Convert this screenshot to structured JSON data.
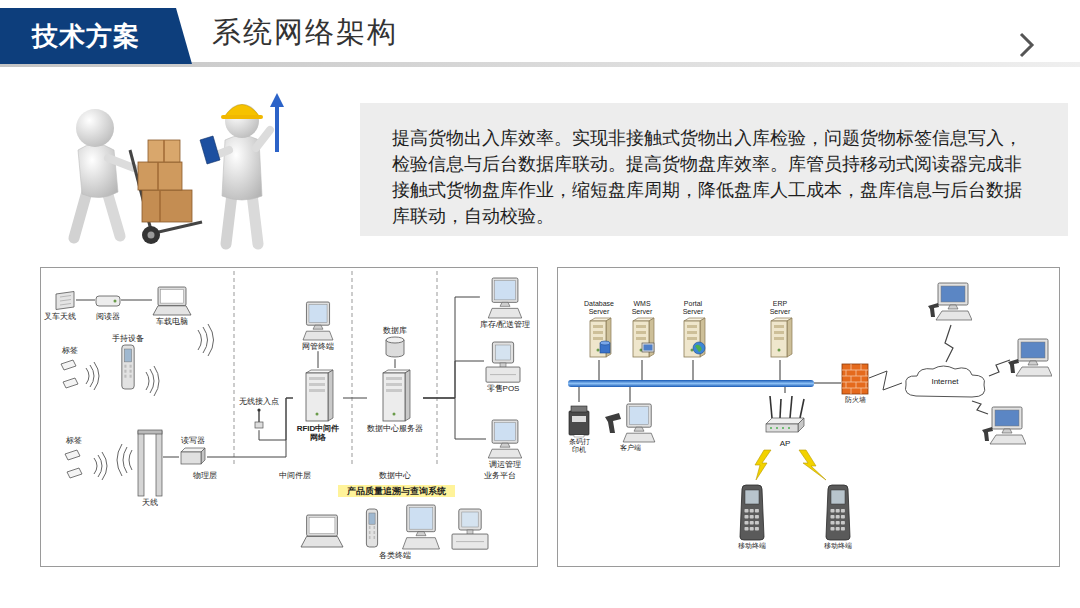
{
  "diagram": {
    "title": "系统网络架构",
    "nodes": [
      {
        "text": [
          "技术方案"
        ]
      },
      {
        "text": [
          "提高货物出入库效率。实现非接触式货物出入库检验，问题货物标签信息写入， 检验信息与后台数据库联动。提高货物盘库效率。库管员持移动式阅读器完成非 接触式货物盘库作业，缩短盘库周期，降低盘库人工成本，盘库信息与后台数据 库联动，自动校验。"
        ]
      },
      {
        "text": [
          "叉车天线"
        ]
      },
      {
        "text": [
          "阅读器"
        ]
      },
      {
        "text": [
          "车载电脑"
        ]
      },
      {
        "text": [
          "标签"
        ]
      },
      {
        "text": [
          "手持设备"
        ]
      },
      {
        "text": [
          "网管终端"
        ]
      },
      {
        "text": [
          "数据库"
        ]
      },
      {
        "text": [
          "库存/配送管理"
        ]
      },
      {
        "text": [
          "零售POS"
        ]
      },
      {
        "text": [
          "无线接入点"
        ]
      },
      {
        "text": [
          "RFID中间件 网络"
        ]
      },
      {
        "text": [
          "数据中心服务器"
        ]
      },
      {
        "text": [
          "标签"
        ]
      },
      {
        "text": [
          "天线"
        ]
      },
      {
        "text": [
          "读写器"
        ]
      },
      {
        "text": [
          "调运管理"
        ]
      },
      {
        "text": [
          "产品质量追溯与查询系统"
        ]
      },
      {
        "text": [
          "各类终端"
        ]
      },
      {
        "text": [
          "Database Server"
        ]
      },
      {
        "text": [
          "WMS Server"
        ]
      },
      {
        "text": [
          "Portal Server"
        ]
      },
      {
        "text": [
          "ERP Server"
        ]
      },
      {
        "text": [
          "条码打 印机"
        ]
      },
      {
        "text": [
          "客户端"
        ]
      },
      {
        "text": [
          "AP"
        ]
      },
      {
        "text": [
          "防火墙"
        ]
      },
      {
        "text": [
          "Internet"
        ]
      },
      {
        "text": [
          "移动终端"
        ]
      },
      {
        "text": [
          "移动终端"
        ]
      }
    ],
    "edges": [
      {
        "from": 2,
        "to": 3,
        "arrow": "none"
      },
      {
        "from": 3,
        "to": 4,
        "arrow": "none"
      },
      {
        "from": 15,
        "to": 16,
        "arrow": "none"
      },
      {
        "from": 16,
        "to": 12,
        "arrow": "none"
      },
      {
        "from": 11,
        "to": 12,
        "arrow": "none"
      },
      {
        "from": 7,
        "to": 12,
        "arrow": "none"
      },
      {
        "from": 12,
        "to": 13,
        "arrow": "none"
      },
      {
        "from": 8,
        "to": 13,
        "arrow": "none"
      },
      {
        "from": 13,
        "to": 9,
        "arrow": "none"
      },
      {
        "from": 13,
        "to": 10,
        "arrow": "none"
      },
      {
        "from": 13,
        "to": 17,
        "arrow": "none"
      },
      {
        "from": 27,
        "to": 28,
        "arrow": "none"
      }
    ],
    "labels": [
      "物理层",
      "中间件层",
      "数据中心",
      "业务平台"
    ]
  }
}
